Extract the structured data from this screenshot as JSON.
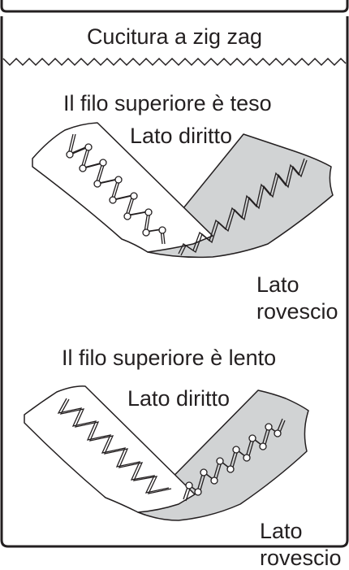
{
  "title": "Cucitura a zig zag",
  "sections": [
    {
      "heading": "Il filo superiore è teso",
      "right_side_label": "Lato diritto",
      "wrong_side_label_line1": "Lato",
      "wrong_side_label_line2": "rovescio"
    },
    {
      "heading": "Il filo superiore è lento",
      "right_side_label": "Lato diritto",
      "wrong_side_label_line1": "Lato",
      "wrong_side_label_line2": "rovescio"
    }
  ],
  "colors": {
    "ink": "#231f20",
    "fabric_right_side": "#ffffff",
    "fabric_wrong_side": "#d1d3d4",
    "background": "#ffffff"
  }
}
